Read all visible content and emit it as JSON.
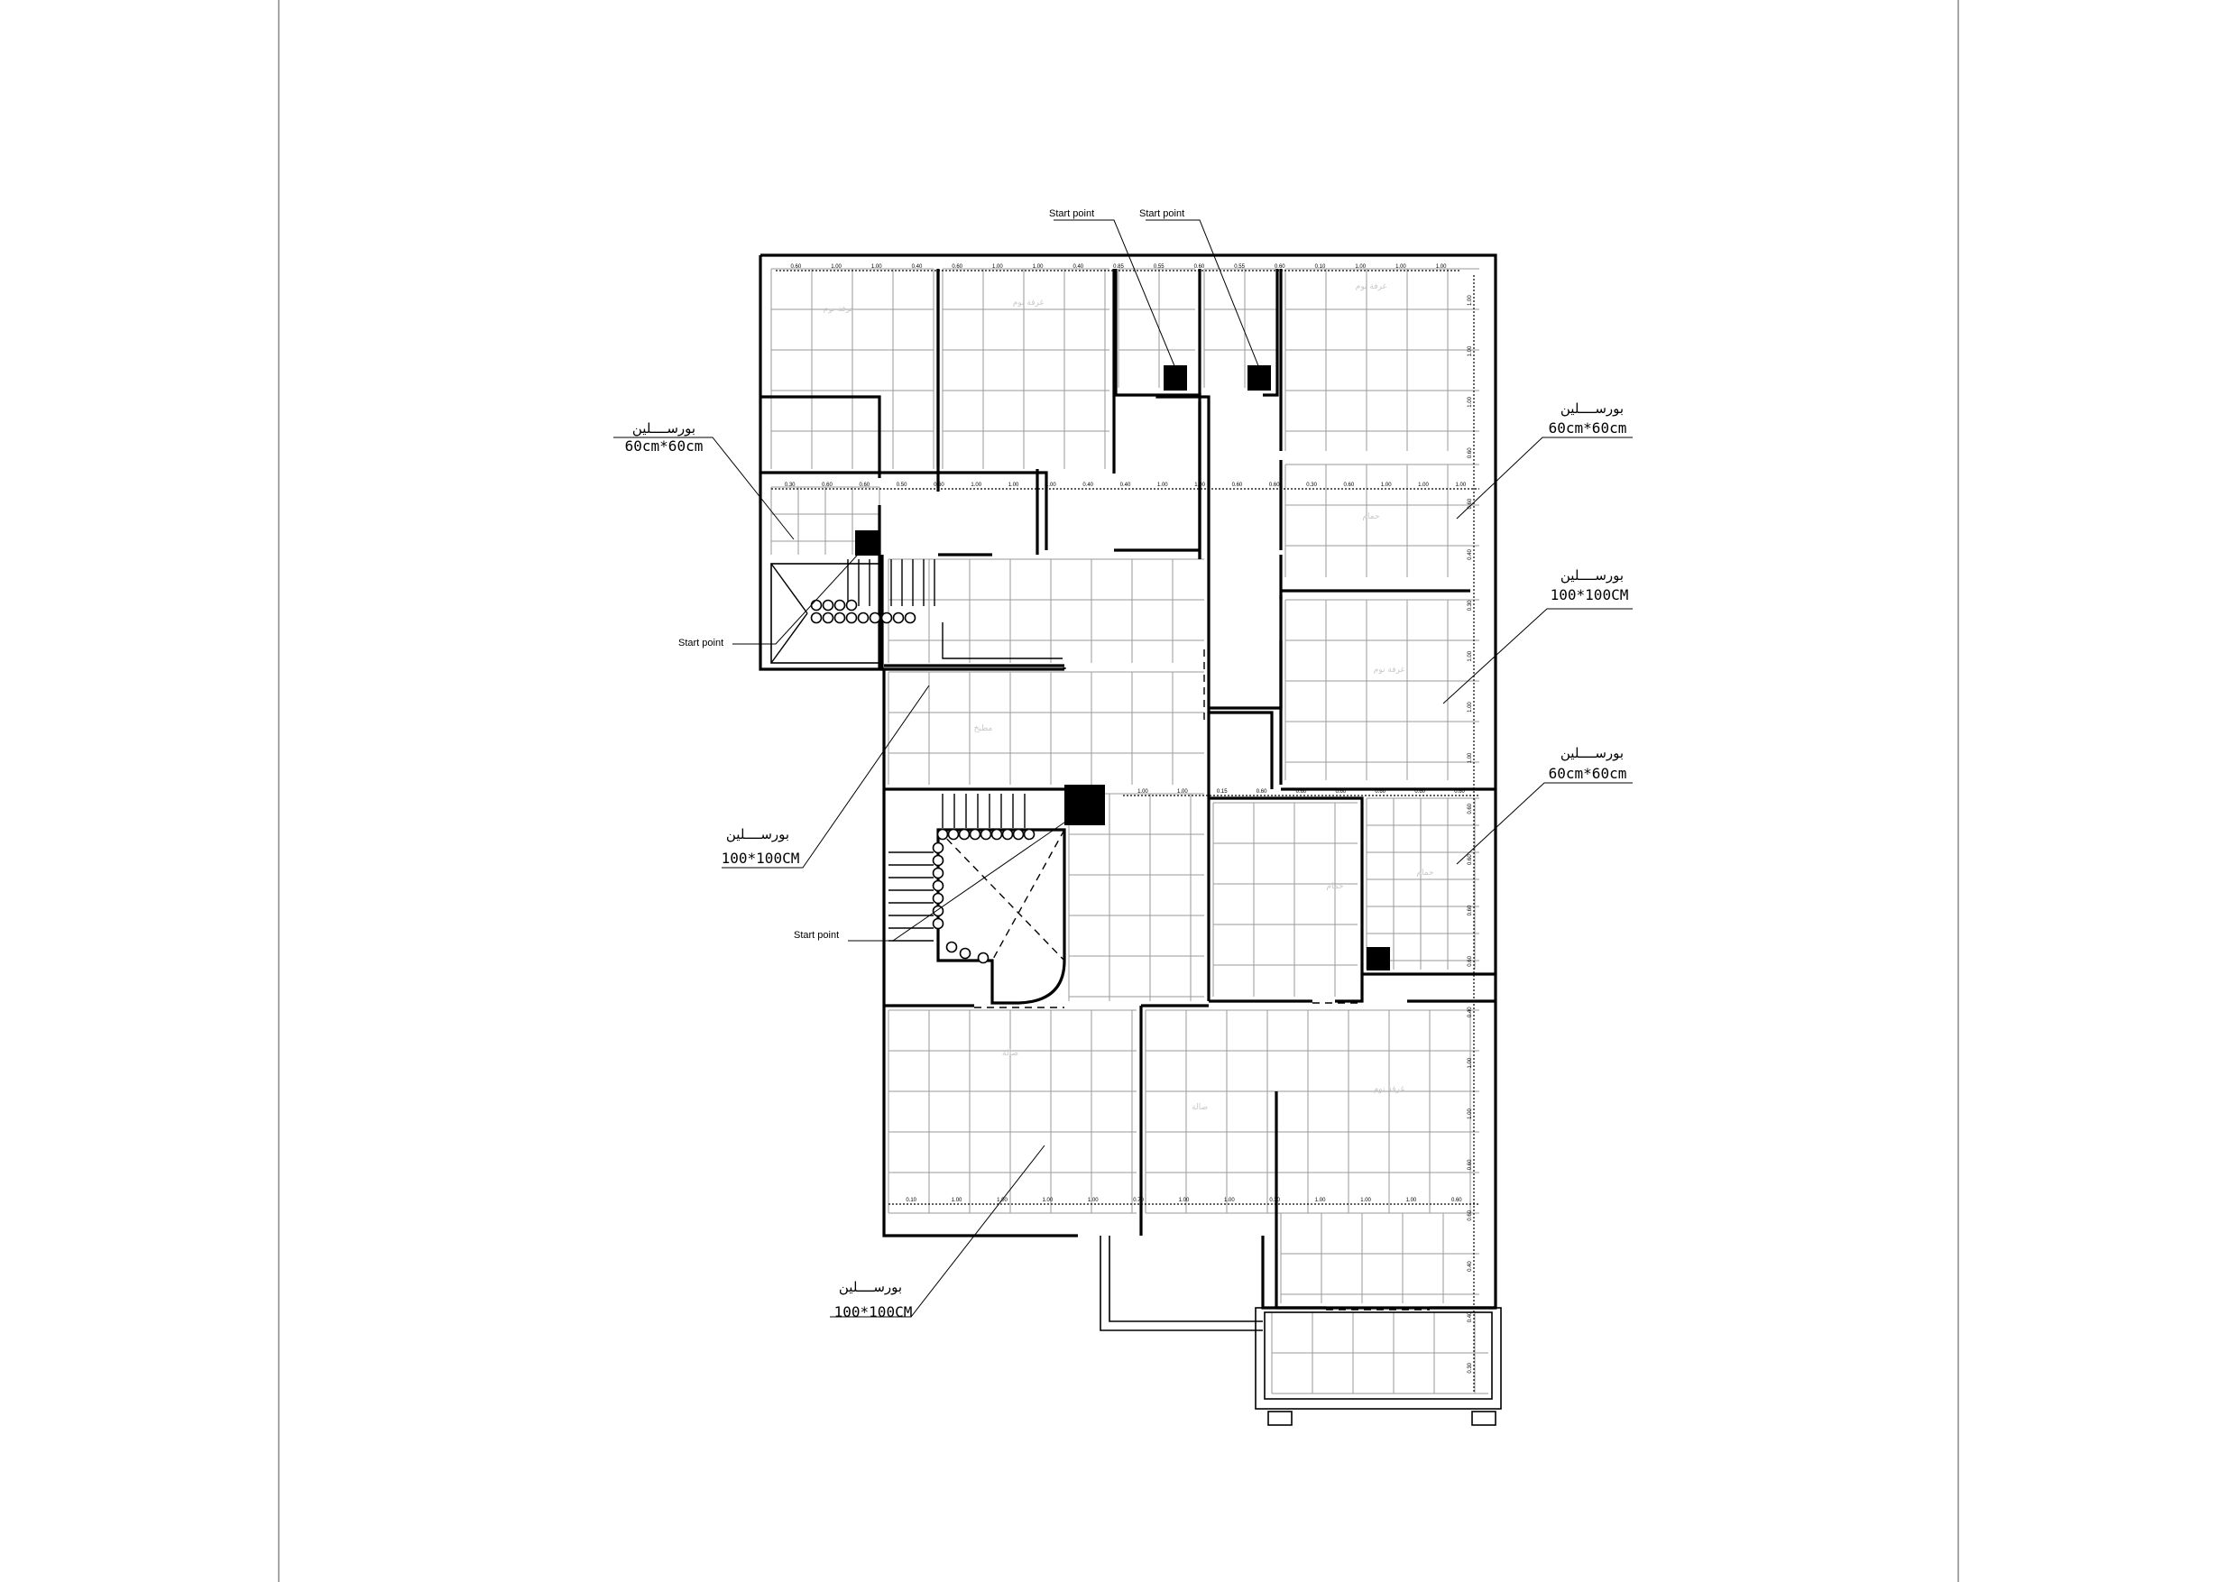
{
  "labels": {
    "tile_60_ar": "بورســــلين",
    "tile_60_size": "60cm*60cm",
    "tile_100_ar": "بورســــلين",
    "tile_100_size": "100*100CM",
    "start_point": "Start point"
  },
  "callouts": [
    {
      "id": "left-60",
      "ar_key": "tile_60_ar",
      "size_key": "tile_60_size"
    },
    {
      "id": "right-60-top",
      "ar_key": "tile_60_ar",
      "size_key": "tile_60_size"
    },
    {
      "id": "right-100",
      "ar_key": "tile_100_ar",
      "size_key": "tile_100_size"
    },
    {
      "id": "right-60-mid",
      "ar_key": "tile_60_ar",
      "size_key": "tile_60_size"
    },
    {
      "id": "left-100",
      "ar_key": "tile_100_ar",
      "size_key": "tile_100_size"
    },
    {
      "id": "bottom-100",
      "ar_key": "tile_100_ar",
      "size_key": "tile_100_size"
    }
  ],
  "start_points": [
    "Start point",
    "Start point",
    "Start point",
    "Start point"
  ],
  "dimensions": {
    "row_top": [
      "0.60",
      "1.00",
      "1.00",
      "0.40",
      "0.60",
      "1.00",
      "1.00",
      "0.40",
      "0.85",
      "0.55",
      "0.60",
      "0.55",
      "0.60",
      "0.10",
      "1.00",
      "1.00",
      "1.00"
    ],
    "row_mid": [
      "0.30",
      "0.60",
      "0.60",
      "0.50",
      "0.60",
      "1.00",
      "1.00",
      "1.00",
      "0.40",
      "0.40",
      "1.00",
      "1.00",
      "0.60",
      "0.60",
      "0.30",
      "0.60",
      "1.00",
      "1.00",
      "1.00"
    ],
    "row_low": [
      "1.00",
      "1.00",
      "0.15",
      "0.60",
      "0.60",
      "0.60",
      "0.60",
      "0.60",
      "0.60"
    ],
    "row_bottom": [
      "0.10",
      "1.00",
      "1.00",
      "1.00",
      "1.00",
      "0.70",
      "1.00",
      "1.00",
      "0.30",
      "1.00",
      "1.00",
      "1.00",
      "0.60"
    ],
    "col_right": [
      "1.00",
      "1.00",
      "1.00",
      "0.60",
      "0.60",
      "0.40",
      "0.30",
      "1.00",
      "1.00",
      "1.00",
      "0.60",
      "0.60",
      "0.60",
      "0.60",
      "0.40",
      "1.00",
      "1.00",
      "0.60",
      "0.60",
      "0.40",
      "0.40",
      "0.30"
    ]
  }
}
